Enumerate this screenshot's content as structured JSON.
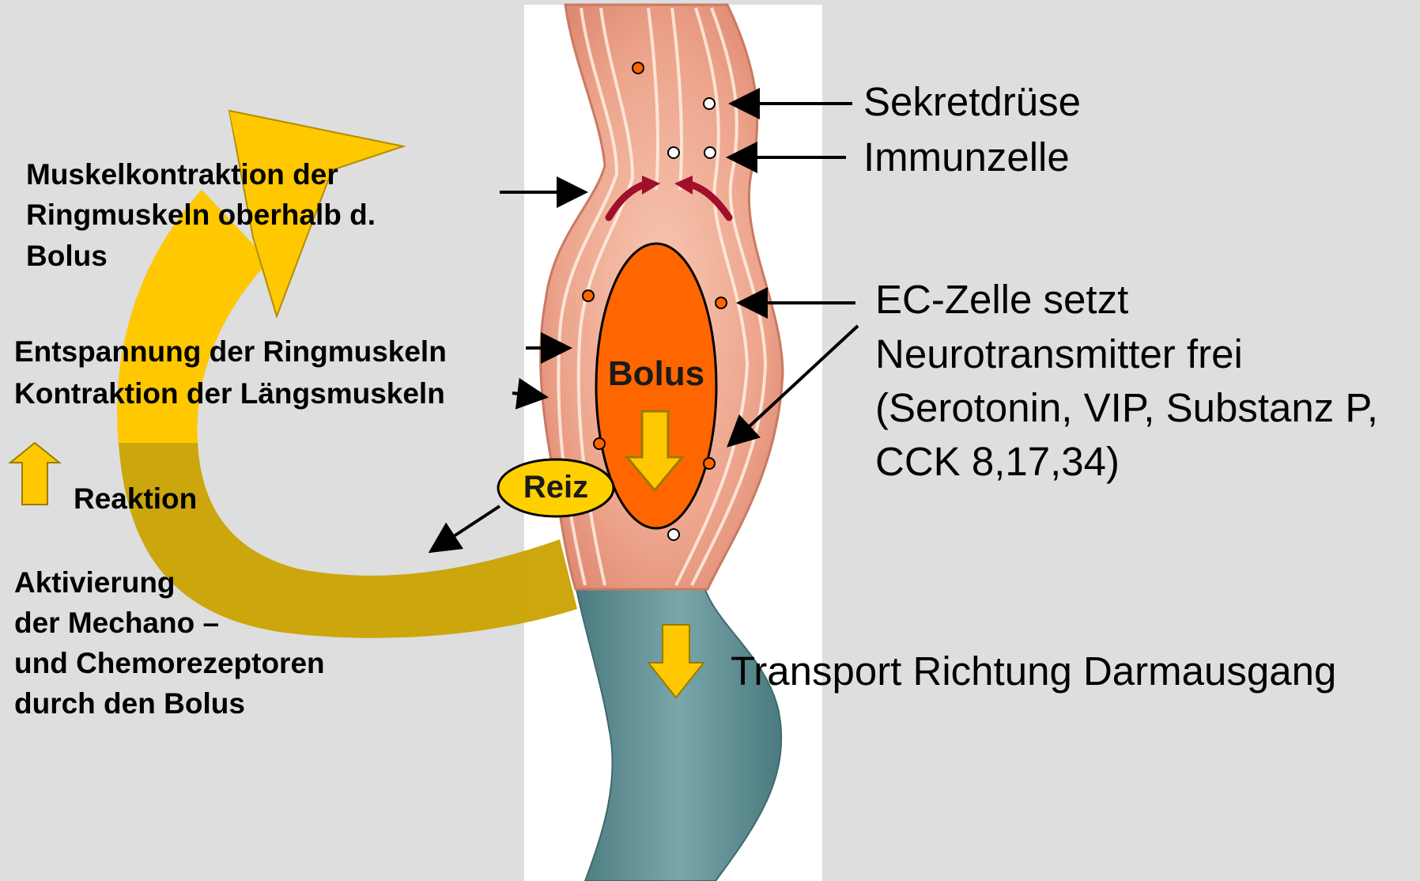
{
  "title_fragment": "",
  "labels": {
    "secretory_gland": "Sekretdrüse",
    "immune_cell": "Immunzelle",
    "muscle_contraction": [
      "Muskelkontraktion der",
      "Ringmuskeln oberhalb d.",
      "Bolus"
    ],
    "relaxation_ring": "Entspannung der Ringmuskeln",
    "contraction_long": "Kontraktion der Längsmuskeln",
    "ec_cell": [
      "EC-Zelle setzt",
      "Neurotransmitter frei",
      "(Serotonin, VIP, Substanz P,",
      "CCK 8,17,34)"
    ],
    "reaction": "Reaktion",
    "activation": [
      "Aktivierung",
      "der Mechano –",
      "und Chemorezeptoren",
      "durch den Bolus"
    ],
    "transport": "Transport Richtung Darmausgang",
    "bolus": "Bolus",
    "stimulus": "Reiz"
  },
  "colors": {
    "background": "#dedede",
    "gut_muscle": "#f2b09a",
    "bolus": "#ff6600",
    "arrow_gold": "#ffc800",
    "arrow_dark_gold": "#c9a200",
    "lower_intestine": "#5f8f94",
    "contraction_arrow": "#a0102a"
  },
  "icons": [
    "gold-up-arrow-icon",
    "gold-down-arrow-icon",
    "curved-cycle-arrow-icon"
  ]
}
